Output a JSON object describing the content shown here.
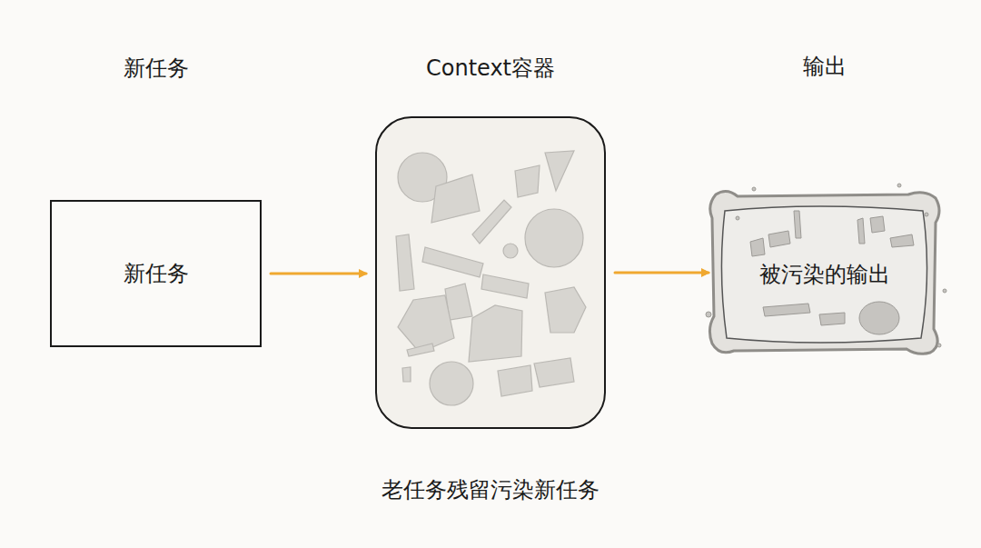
{
  "diagram": {
    "caption": "老任务残留污染新任务",
    "nodes": [
      {
        "text": [
          "新任务",
          "新任务"
        ]
      },
      {
        "text": [
          "Context容器"
        ]
      },
      {
        "text": [
          "输出",
          "被污染的输出"
        ]
      }
    ],
    "edges": [
      {
        "from": 0,
        "to": 1,
        "arrow": "to"
      },
      {
        "from": 1,
        "to": 2,
        "arrow": "to"
      }
    ]
  }
}
